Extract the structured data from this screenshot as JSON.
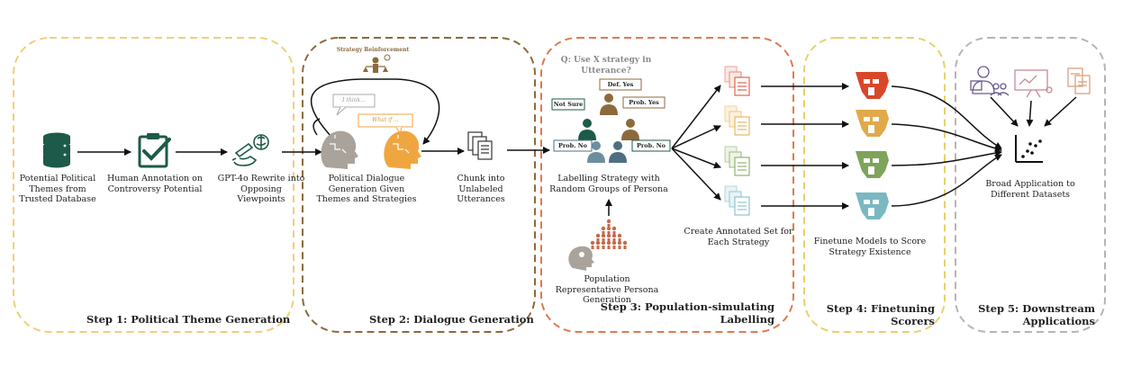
{
  "steps": {
    "s1": {
      "title": "Step 1: Political Theme Generation",
      "color": "#f0cf7a"
    },
    "s2": {
      "title": "Step 2: Dialogue Generation",
      "color": "#8c6a3c"
    },
    "s3": {
      "title": "Step 3: Population-simulating Labelling",
      "color": "#e07a4d"
    },
    "s4": {
      "title": "Step 4: Finetuning Scorers",
      "color": "#e8d06e"
    },
    "s5": {
      "title": "Step 5: Downstream Applications",
      "color": "#b5b5b5"
    }
  },
  "step1": {
    "database_label": "Potential Political Themes from Trusted Database",
    "annotation_label": "Human Annotation on Controversy Potential",
    "rewrite_label": "GPT-4o Rewrite into Opposing Viewpoints"
  },
  "step2": {
    "reinforcement_label": "Strategy Reinforcement",
    "bubble1": "I think...",
    "bubble2": "What if ...",
    "generation_label": "Political Dialogue Generation Given Themes and Strategies",
    "chunk_label": "Chunk into Unlabeled Utterances"
  },
  "step3": {
    "question": "Q: Use X strategy in Utterance?",
    "tags": [
      "Def. Yes",
      "Not Sure",
      "Prob. Yes",
      "Prob. No",
      "Prob. No"
    ],
    "labelling_label": "Labelling Strategy with Random Groups of Persona",
    "population_label": "Population Representative Persona Generation",
    "annotated_label": "Create Annotated Set for Each Strategy"
  },
  "step4": {
    "finetune_label": "Finetune Models to Score Strategy Existence"
  },
  "step5": {
    "broad_label": "Broad Application to Different Datasets"
  },
  "colors": {
    "dark_green": "#1d5a4a",
    "orange": "#f0a640",
    "red": "#d9472b",
    "gold": "#e2a94a",
    "green": "#7ea35a",
    "teal": "#7ab8c2",
    "pink": "#c88a95",
    "purple": "#6b5a8c"
  }
}
